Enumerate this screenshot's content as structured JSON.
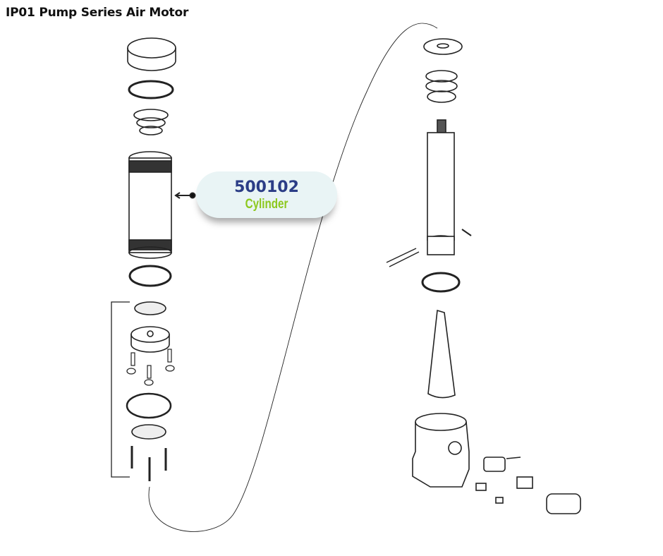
{
  "title": "IP01 Pump Series Air Motor",
  "callout": {
    "part_number": "500102",
    "part_name": "Cylinder",
    "number_color": "#2b3d86",
    "name_color": "#8cc81e"
  }
}
